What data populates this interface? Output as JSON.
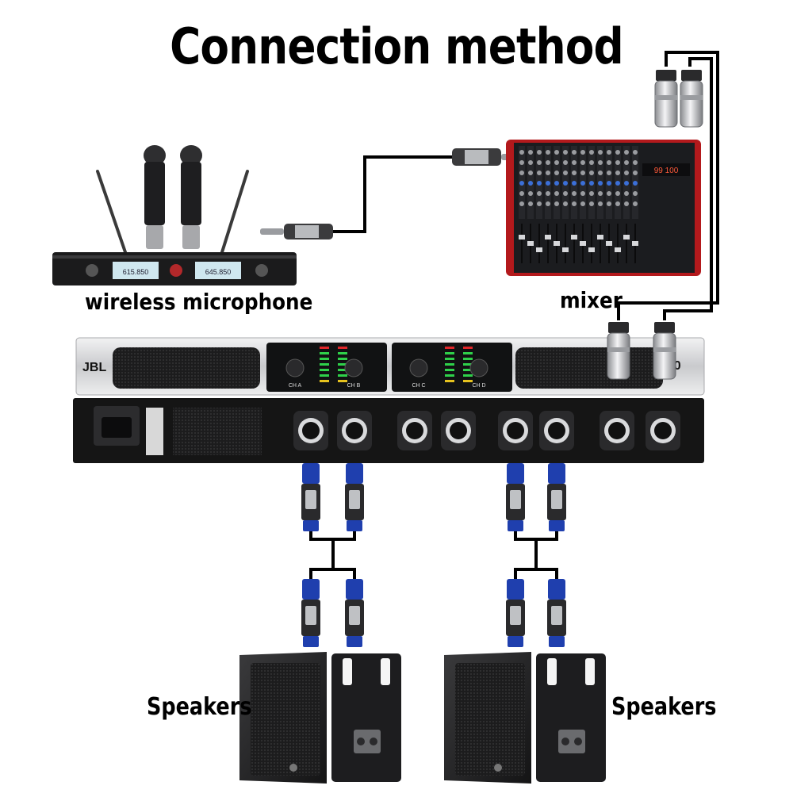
{
  "title": "Connection method",
  "labels": {
    "wireless_microphone": "wireless microphone",
    "mixer": "mixer",
    "speakers_left": "Speakers",
    "speakers_right": "Speakers"
  },
  "device_text": {
    "amp_brand": "JBL",
    "amp_model_suffix": "600",
    "mic_freq_a": "615.850",
    "mic_freq_b": "645.850",
    "ch_a": "CH A",
    "ch_b": "CH B",
    "ch_c": "CH C",
    "ch_d": "CH D",
    "mixer_display": "99 100"
  },
  "colors": {
    "cable": "#000000",
    "speakon_blue": "#1f3fae",
    "amp_silver": "#d9dadc",
    "amp_black": "#151515",
    "mixer_red": "#b3191c",
    "meter_green": "#2fd14a",
    "meter_red": "#e0262a",
    "meter_yellow": "#e6c21e"
  }
}
